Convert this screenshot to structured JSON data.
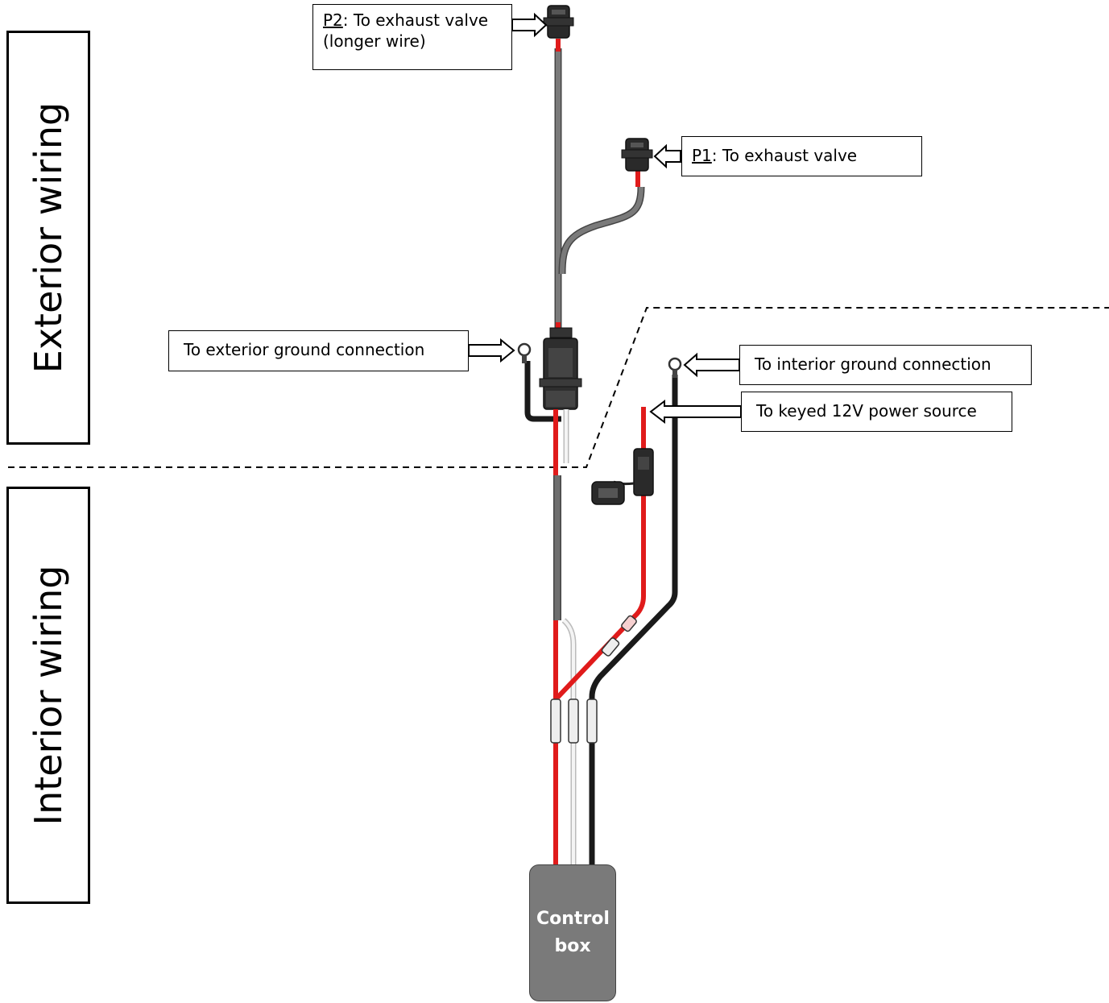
{
  "sections": {
    "exterior": "Exterior wiring",
    "interior": "Interior wiring"
  },
  "callouts": {
    "p2": {
      "tag": "P2",
      "text": ": To exhaust valve (longer wire)"
    },
    "p1": {
      "tag": "P1",
      "text": ": To exhaust valve"
    },
    "exterior_ground": "To exterior ground connection",
    "interior_ground": "To interior ground connection",
    "keyed_power": "To keyed 12V power source"
  },
  "control_box": {
    "label": "Control box"
  },
  "colors": {
    "red_wire": "#e01b1b",
    "black_wire": "#1a1a1a",
    "gray_sheath": "#6e6e6e",
    "white_wire": "#f2f2f2",
    "control_box_fill": "#7a7a7a"
  }
}
